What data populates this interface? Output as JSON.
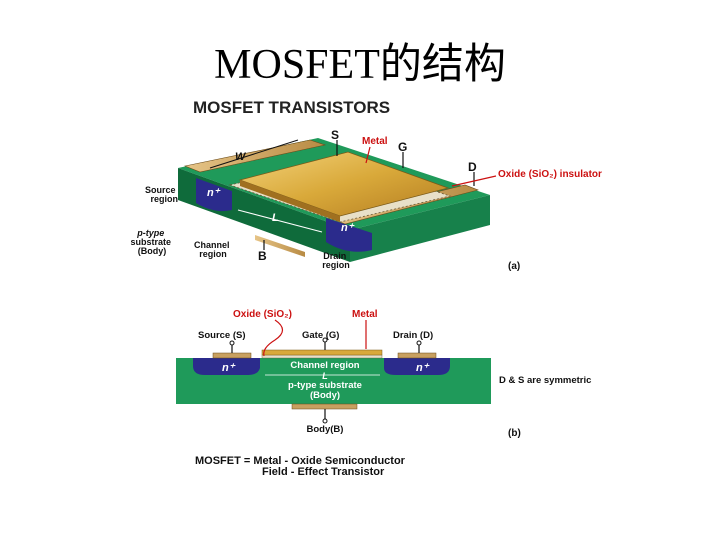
{
  "slide": {
    "title": "MOSFET的结构"
  },
  "figure": {
    "heading": "MOSFET TRANSISTORS",
    "part_a": {
      "label": "(a)",
      "terminal_s": "S",
      "terminal_g": "G",
      "terminal_d": "D",
      "terminal_b": "B",
      "metal": "Metal",
      "oxide_insulator": "Oxide (SiO₂)  insulator",
      "width": "W",
      "length": "L",
      "source_region": [
        "Source",
        "region"
      ],
      "drain_region": [
        "Drain",
        "region"
      ],
      "channel_region": [
        "Channel",
        "region"
      ],
      "substrate": [
        "p-type",
        "substrate",
        "(Body)"
      ],
      "n_plus_left": "n⁺",
      "n_plus_right": "n⁺"
    },
    "part_b": {
      "label": "(b)",
      "oxide": "Oxide (SiO₂)",
      "metal": "Metal",
      "source": "Source (S)",
      "gate": "Gate (G)",
      "drain": "Drain (D)",
      "channel_region": "Channel region",
      "length": "L",
      "substrate": "p-type substrate",
      "body_paren": "(Body)",
      "body_terminal": "Body(B)",
      "n_plus_left": "n⁺",
      "n_plus_right": "n⁺",
      "symmetric_note": "D & S are symmetric"
    },
    "caption_line1": "MOSFET = Metal - Oxide Semiconductor",
    "caption_line2": "Field - Effect Transistor"
  },
  "colors": {
    "substrate_green": "#1f9a5a",
    "substrate_dark": "#0f6b3b",
    "n_region": "#2b2b8c",
    "metal_gold": "#d9a93a",
    "metal_light": "#f3d27a",
    "contact_tan": "#c8a060",
    "label_red": "#cc1111"
  }
}
